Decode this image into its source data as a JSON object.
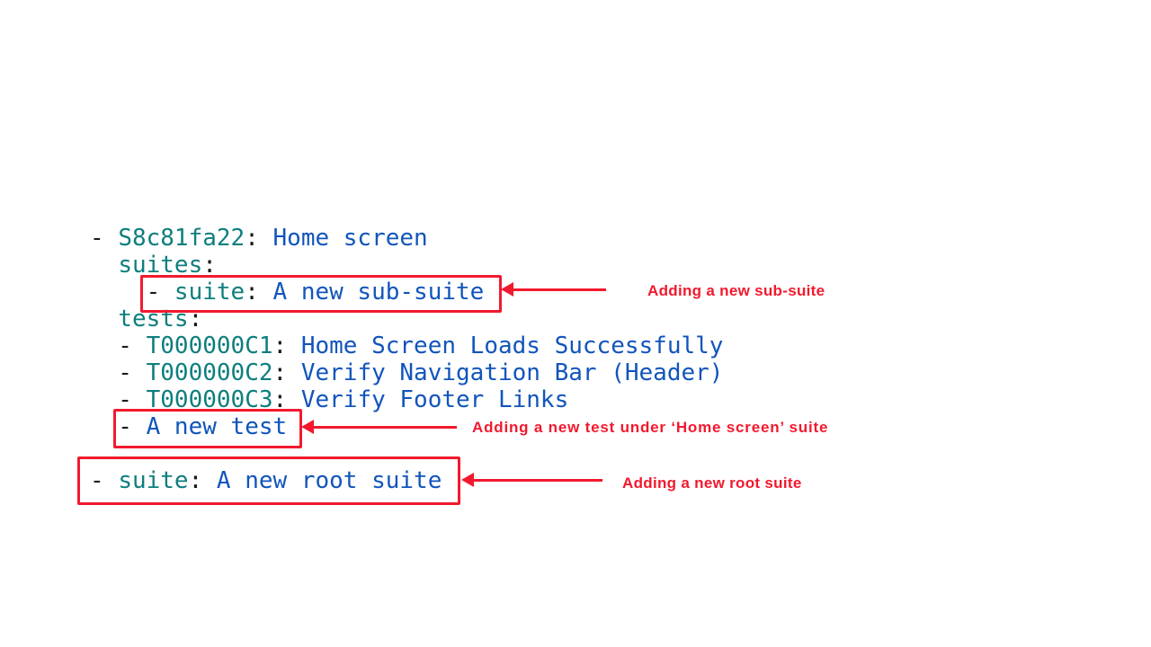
{
  "colors": {
    "key": "#0e7e7e",
    "value": "#1155bb",
    "plain": "#1a1a1a",
    "red": "#f2192e",
    "background": "#ffffff"
  },
  "code": {
    "language": "yaml",
    "lines": [
      {
        "segments": [
          {
            "t": "- ",
            "c": "plain"
          },
          {
            "t": "S8c81fa22",
            "c": "key"
          },
          {
            "t": ": ",
            "c": "plain"
          },
          {
            "t": "Home screen",
            "c": "value"
          }
        ]
      },
      {
        "segments": [
          {
            "t": "  ",
            "c": "plain"
          },
          {
            "t": "suites",
            "c": "key"
          },
          {
            "t": ":",
            "c": "plain"
          }
        ]
      },
      {
        "segments": [
          {
            "t": "    - ",
            "c": "plain"
          },
          {
            "t": "suite",
            "c": "key"
          },
          {
            "t": ": ",
            "c": "plain"
          },
          {
            "t": "A new sub-suite",
            "c": "value"
          }
        ]
      },
      {
        "segments": [
          {
            "t": "  ",
            "c": "plain"
          },
          {
            "t": "tests",
            "c": "key"
          },
          {
            "t": ":",
            "c": "plain"
          }
        ]
      },
      {
        "segments": [
          {
            "t": "  - ",
            "c": "plain"
          },
          {
            "t": "T000000C1",
            "c": "key"
          },
          {
            "t": ": ",
            "c": "plain"
          },
          {
            "t": "Home Screen Loads Successfully",
            "c": "value"
          }
        ]
      },
      {
        "segments": [
          {
            "t": "  - ",
            "c": "plain"
          },
          {
            "t": "T000000C2",
            "c": "key"
          },
          {
            "t": ": ",
            "c": "plain"
          },
          {
            "t": "Verify Navigation Bar (Header)",
            "c": "value"
          }
        ]
      },
      {
        "segments": [
          {
            "t": "  - ",
            "c": "plain"
          },
          {
            "t": "T000000C3",
            "c": "key"
          },
          {
            "t": ": ",
            "c": "plain"
          },
          {
            "t": "Verify Footer Links",
            "c": "value"
          }
        ]
      },
      {
        "segments": [
          {
            "t": "  - ",
            "c": "plain"
          },
          {
            "t": "A new test",
            "c": "value"
          }
        ]
      },
      {
        "segments": []
      },
      {
        "segments": [
          {
            "t": "- ",
            "c": "plain"
          },
          {
            "t": "suite",
            "c": "key"
          },
          {
            "t": ": ",
            "c": "plain"
          },
          {
            "t": "A new root suite",
            "c": "value"
          }
        ]
      }
    ]
  },
  "annotations": [
    {
      "label": "Adding a new sub-suite"
    },
    {
      "label": "Adding a new test under ‘Home screen’ suite"
    },
    {
      "label": "Adding a new root suite"
    }
  ]
}
